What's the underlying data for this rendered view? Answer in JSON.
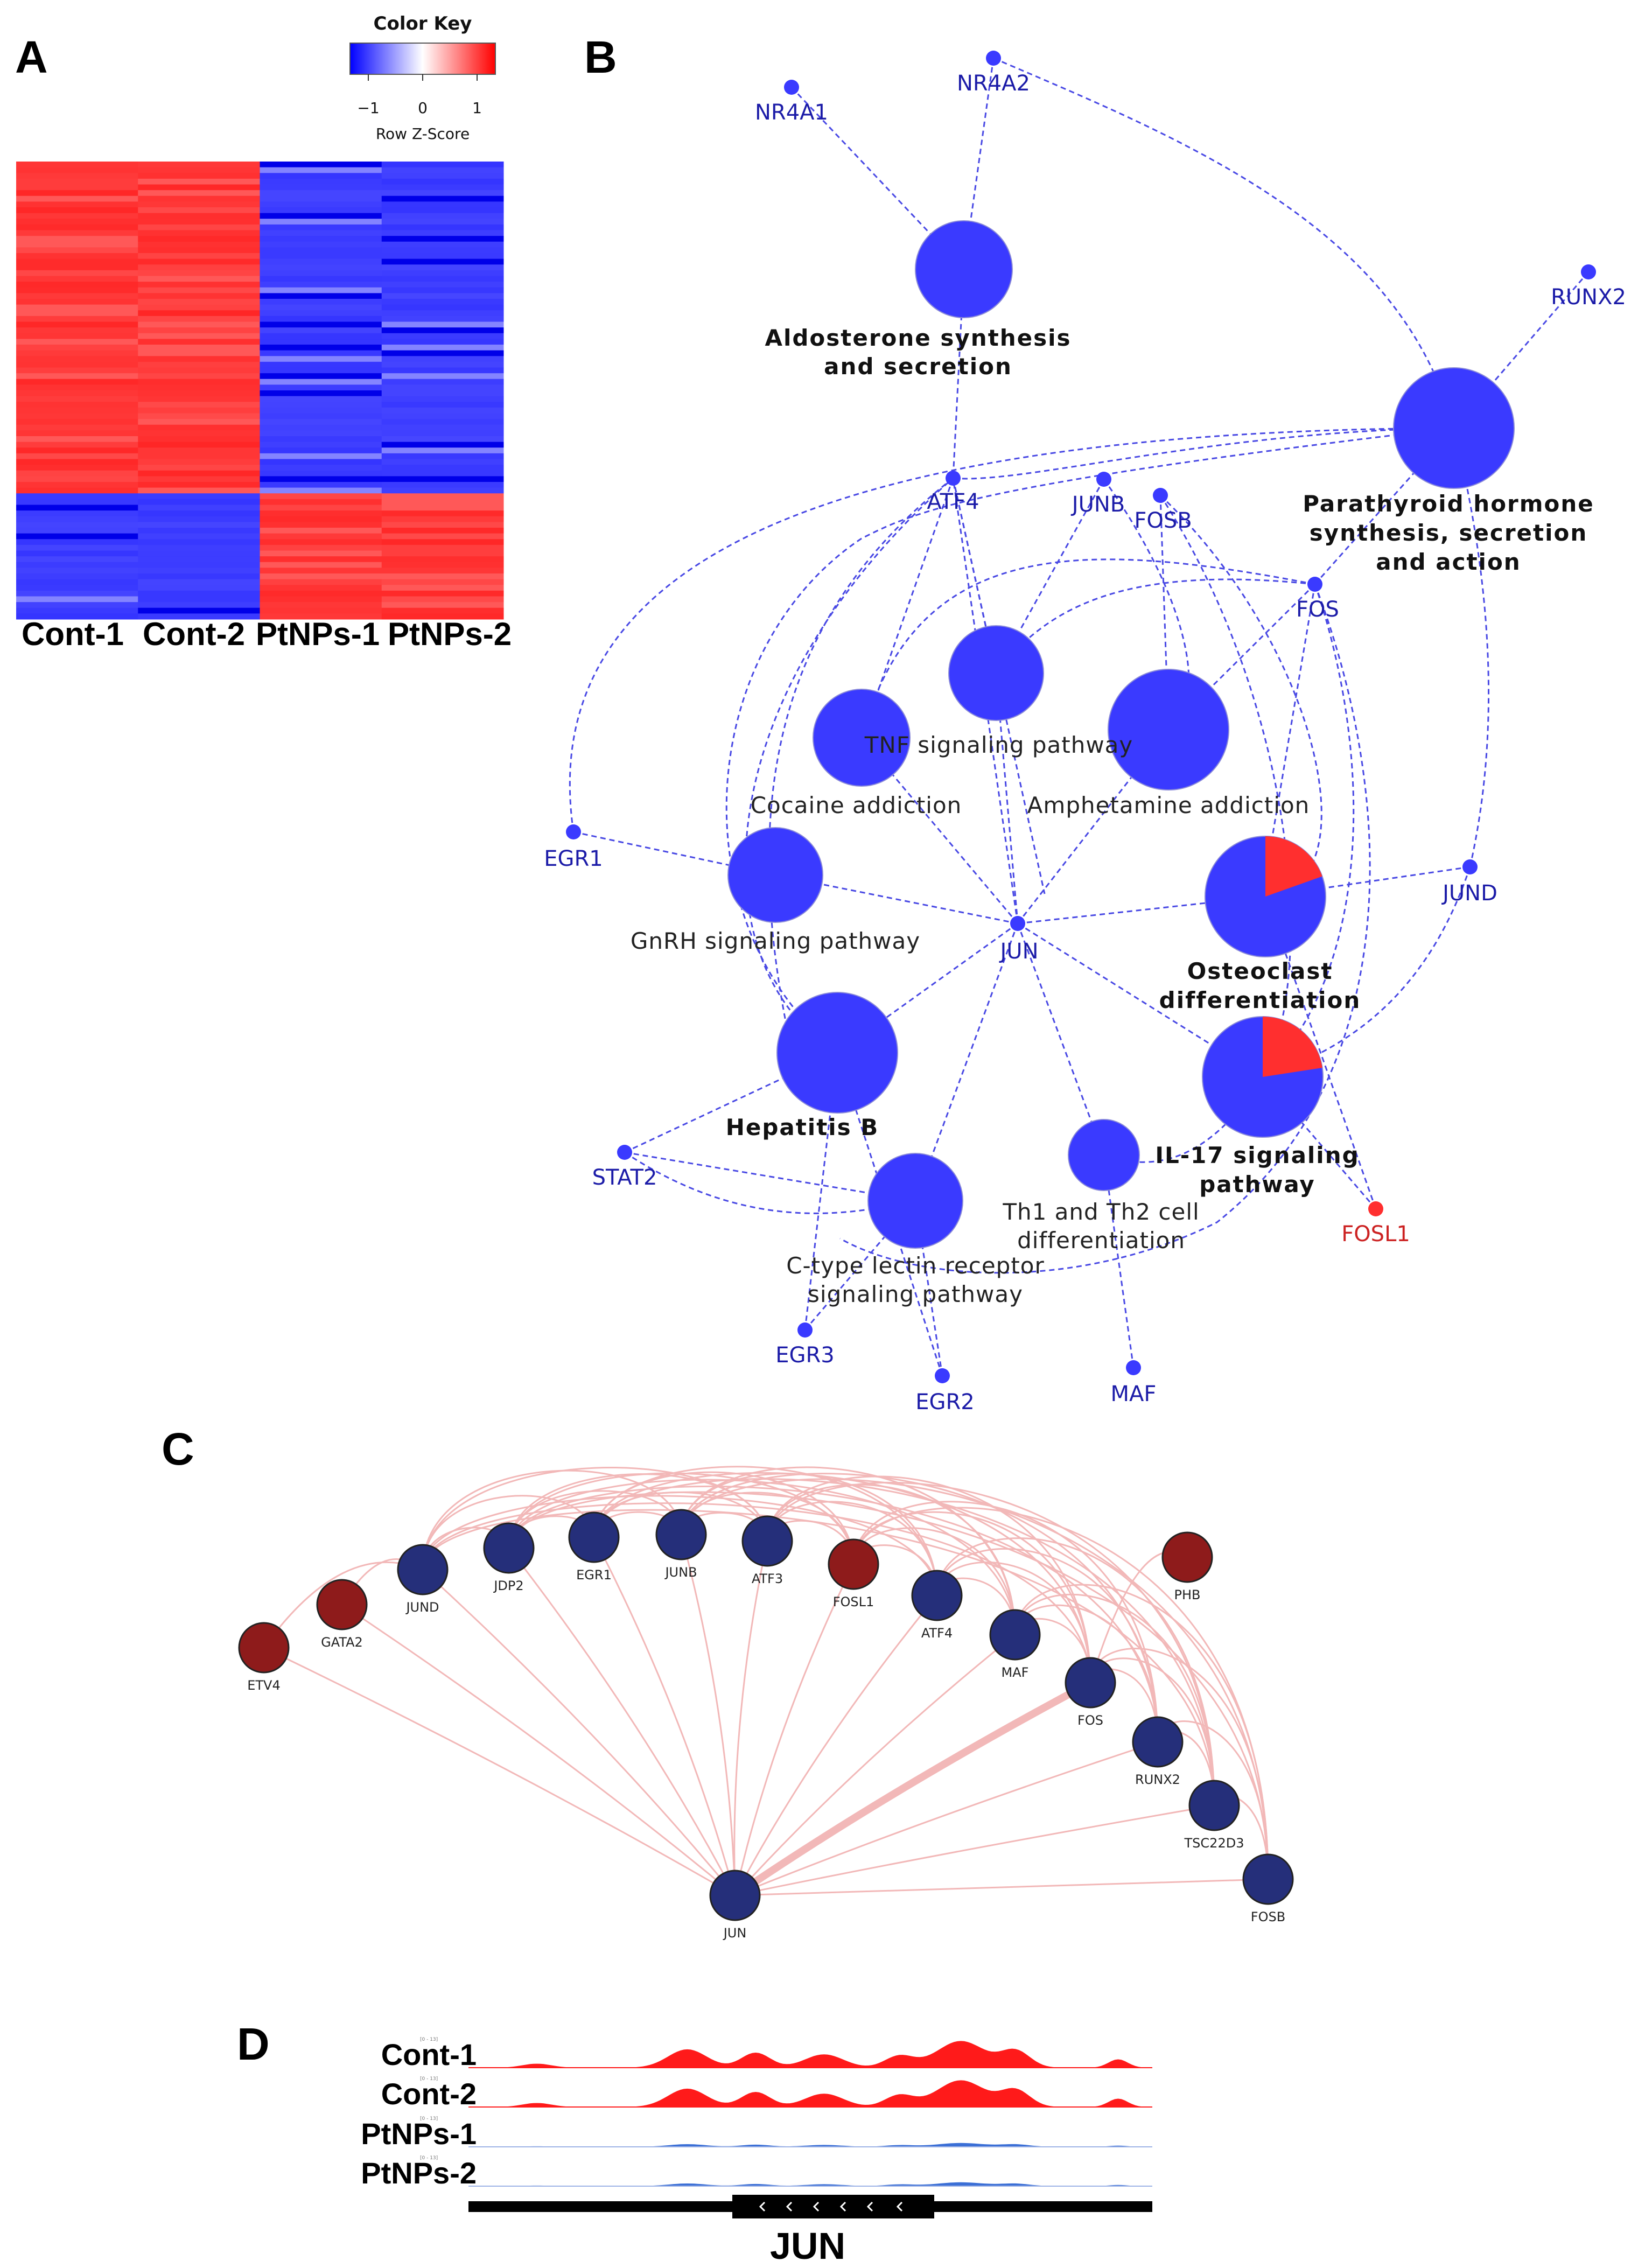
{
  "panels": {
    "a": "A",
    "b": "B",
    "c": "C",
    "d": "D"
  },
  "colors": {
    "heat_red": "#ff3b3b",
    "heat_blue": "#3b3bff",
    "net_blue": "#3a3aff",
    "net_red": "#ff2f2f",
    "edge_blue": "#2a2ae0",
    "c_blue": "#252f7a",
    "c_red": "#8e1b1b",
    "c_edge": "#f2b8b8",
    "track_red": "#ff1a1a",
    "track_blue": "#3b6fd6"
  },
  "panel_a": {
    "color_key": {
      "title": "Color Key",
      "ticks": [
        "−1",
        "0",
        "1"
      ],
      "label": "Row Z-Score"
    },
    "samples": [
      "Cont-1",
      "Cont-2",
      "PtNPs-1",
      "PtNPs-2"
    ]
  },
  "panel_b": {
    "genes": [
      {
        "id": "NR4A1",
        "label": "NR4A1"
      },
      {
        "id": "NR4A2",
        "label": "NR4A2"
      },
      {
        "id": "RUNX2",
        "label": "RUNX2"
      },
      {
        "id": "ATF4",
        "label": "ATF4"
      },
      {
        "id": "JUNB",
        "label": "JUNB"
      },
      {
        "id": "FOSB",
        "label": "FOSB"
      },
      {
        "id": "FOS",
        "label": "FOS"
      },
      {
        "id": "EGR1",
        "label": "EGR1"
      },
      {
        "id": "JUND",
        "label": "JUND"
      },
      {
        "id": "JUN",
        "label": "JUN"
      },
      {
        "id": "STAT2",
        "label": "STAT2"
      },
      {
        "id": "EGR3",
        "label": "EGR3"
      },
      {
        "id": "EGR2",
        "label": "EGR2"
      },
      {
        "id": "MAF",
        "label": "MAF"
      },
      {
        "id": "FOSL1",
        "label": "FOSL1",
        "upregulated": true
      }
    ],
    "pathways": [
      {
        "id": "aldo",
        "lines": [
          "Aldosterone synthesis",
          "and secretion"
        ],
        "bold": true
      },
      {
        "id": "pth",
        "lines": [
          "Parathyroid hormone",
          "synthesis, secretion",
          "and action"
        ],
        "bold": true
      },
      {
        "id": "tnf",
        "lines": [
          "TNF signaling pathway"
        ],
        "bold": false
      },
      {
        "id": "cocaine",
        "lines": [
          "Cocaine addiction"
        ],
        "bold": false
      },
      {
        "id": "amph",
        "lines": [
          "Amphetamine addiction"
        ],
        "bold": false
      },
      {
        "id": "gnrh",
        "lines": [
          "GnRH signaling pathway"
        ],
        "bold": false
      },
      {
        "id": "osteo",
        "lines": [
          "Osteoclast",
          "differentiation"
        ],
        "bold": true,
        "red_fraction": 0.14
      },
      {
        "id": "hepb",
        "lines": [
          "Hepatitis B"
        ],
        "bold": true
      },
      {
        "id": "il17",
        "lines": [
          "IL-17 signaling",
          "pathway"
        ],
        "bold": true,
        "red_fraction": 0.17
      },
      {
        "id": "th",
        "lines": [
          "Th1 and Th2 cell",
          "differentiation"
        ],
        "bold": false
      },
      {
        "id": "ctype",
        "lines": [
          "C-type lectin receptor",
          "signaling pathway"
        ],
        "bold": false
      }
    ]
  },
  "panel_c": {
    "nodes": [
      {
        "id": "ETV4",
        "label": "ETV4",
        "up": true
      },
      {
        "id": "GATA2",
        "label": "GATA2",
        "up": true
      },
      {
        "id": "JUND",
        "label": "JUND",
        "up": false
      },
      {
        "id": "JDP2",
        "label": "JDP2",
        "up": false
      },
      {
        "id": "EGR1",
        "label": "EGR1",
        "up": false
      },
      {
        "id": "JUNB",
        "label": "JUNB",
        "up": false
      },
      {
        "id": "ATF3",
        "label": "ATF3",
        "up": false
      },
      {
        "id": "FOSL1",
        "label": "FOSL1",
        "up": true
      },
      {
        "id": "ATF4",
        "label": "ATF4",
        "up": false
      },
      {
        "id": "PHB",
        "label": "PHB",
        "up": true
      },
      {
        "id": "MAF",
        "label": "MAF",
        "up": false
      },
      {
        "id": "FOS",
        "label": "FOS",
        "up": false
      },
      {
        "id": "RUNX2",
        "label": "RUNX2",
        "up": false
      },
      {
        "id": "TSC22D3",
        "label": "TSC22D3",
        "up": false
      },
      {
        "id": "FOSB",
        "label": "FOSB",
        "up": false
      },
      {
        "id": "JUN",
        "label": "JUN",
        "up": false
      }
    ]
  },
  "panel_d": {
    "tracks": [
      {
        "label": "Cont-1",
        "range": "[0 - 13]",
        "group": "control"
      },
      {
        "label": "Cont-2",
        "range": "[0 - 13]",
        "group": "control"
      },
      {
        "label": "PtNPs-1",
        "range": "[0 - 13]",
        "group": "treated"
      },
      {
        "label": "PtNPs-2",
        "range": "[0 - 13]",
        "group": "treated"
      }
    ],
    "gene": "JUN"
  }
}
